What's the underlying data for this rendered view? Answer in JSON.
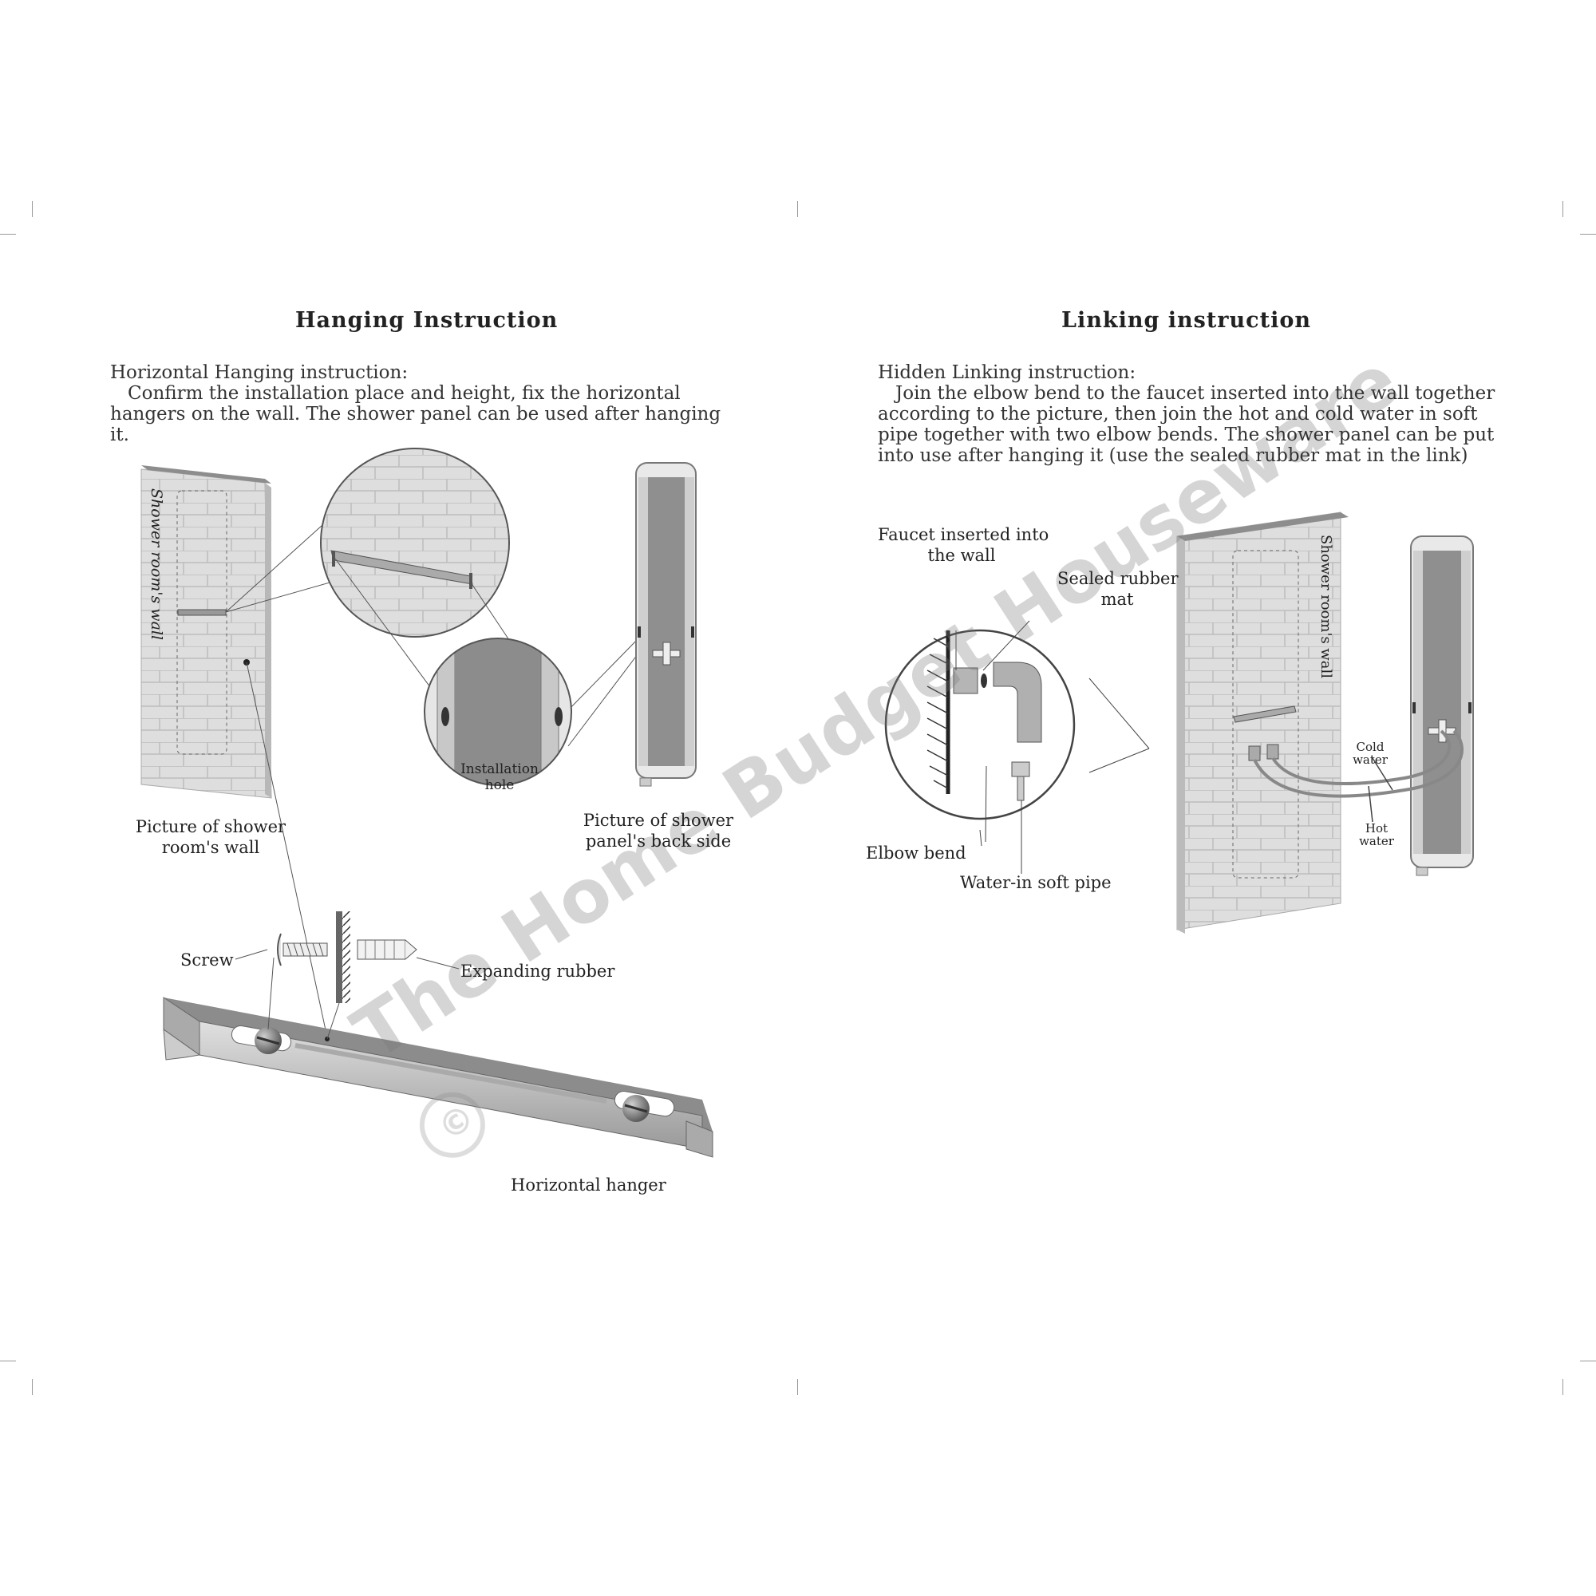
{
  "left": {
    "title": "Hanging Instruction",
    "subtitle": "Horizontal Hanging instruction:",
    "paragraph": "Confirm the installation place and height, fix the horizontal hangers on the wall. The shower panel can be used after hanging it.",
    "labels": {
      "wall_vertical": "Shower room's wall",
      "installation_hole_1": "Installation",
      "installation_hole_2": "hole",
      "wall_picture_1": "Picture of shower",
      "wall_picture_2": "room's wall",
      "panel_picture_1": "Picture of shower",
      "panel_picture_2": "panel's back side",
      "screw": "Screw",
      "expanding_rubber": "Expanding rubber",
      "horizontal_hanger": "Horizontal hanger"
    }
  },
  "right": {
    "title": "Linking instruction",
    "subtitle": "Hidden Linking instruction:",
    "paragraph": "Join the elbow bend to the faucet inserted into the wall together according to the picture,  then join the hot and cold water in soft pipe together with two elbow bends. The shower panel can be put into use after hanging it (use the sealed rubber mat in the link)",
    "labels": {
      "faucet_1": "Faucet inserted into",
      "faucet_2": "the wall",
      "sealed_1": "Sealed rubber",
      "sealed_2": "mat",
      "elbow_bend": "Elbow bend",
      "soft_pipe": "Water-in soft pipe",
      "wall_vertical": "Shower room's wall",
      "cold_1": "Cold",
      "cold_2": "water",
      "hot_1": "Hot",
      "hot_2": "water"
    }
  },
  "watermark": "The Home Budget Houseware",
  "colors": {
    "wall": "#dcdcdc",
    "panel_dark": "#8a8a8a",
    "panel_light": "#c9c9c9",
    "line": "#555555"
  }
}
